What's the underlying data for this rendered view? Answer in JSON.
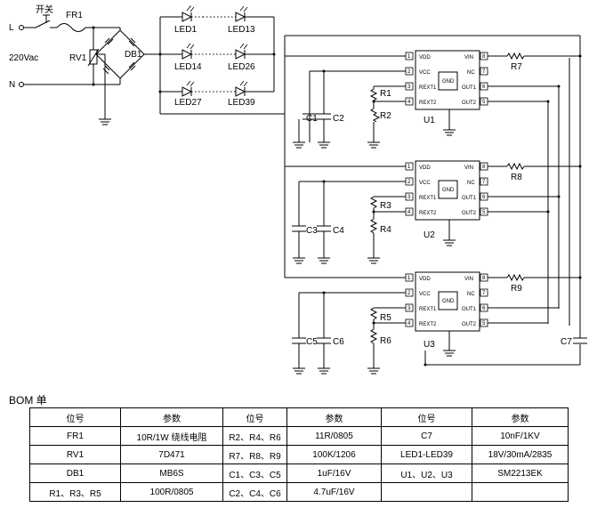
{
  "schematic": {
    "input": {
      "switch_label": "开关",
      "line_label": "L",
      "neutral_label": "N",
      "voltage_label": "220Vac"
    },
    "components": {
      "fuse": "FR1",
      "varistor": "RV1",
      "bridge": "DB1",
      "led_row1_start": "LED1",
      "led_row1_end": "LED13",
      "led_row2_start": "LED14",
      "led_row2_end": "LED26",
      "led_row3_start": "LED27",
      "led_row3_end": "LED39",
      "cap7": "C7"
    },
    "ic_pins": {
      "vdd": "VDD",
      "vcc": "VCC",
      "rext1": "REXT1",
      "rext2": "REXT2",
      "vin": "VIN",
      "nc": "NC",
      "out1": "OUT1",
      "out2": "OUT2",
      "gnd": "GND",
      "n1": "1",
      "n2": "2",
      "n3": "3",
      "n4": "4",
      "n5": "5",
      "n6": "6",
      "n7": "7",
      "n8": "8"
    },
    "stages": [
      {
        "ic": "U1",
        "r_top": "R1",
        "r_bot": "R2",
        "c_left": "C1",
        "c_right": "C2",
        "r_vin": "R7"
      },
      {
        "ic": "U2",
        "r_top": "R3",
        "r_bot": "R4",
        "c_left": "C3",
        "c_right": "C4",
        "r_vin": "R8"
      },
      {
        "ic": "U3",
        "r_top": "R5",
        "r_bot": "R6",
        "c_left": "C5",
        "c_right": "C6",
        "r_vin": "R9"
      }
    ]
  },
  "bom": {
    "title": "BOM 单",
    "header": [
      "位号",
      "参数",
      "位号",
      "参数",
      "位号",
      "参数"
    ],
    "rows": [
      [
        "FR1",
        "10R/1W  绕线电阻",
        "R2、R4、R6",
        "11R/0805",
        "C7",
        "10nF/1KV"
      ],
      [
        "RV1",
        "7D471",
        "R7、R8、R9",
        "100K/1206",
        "LED1-LED39",
        "18V/30mA/2835"
      ],
      [
        "DB1",
        "MB6S",
        "C1、C3、C5",
        "1uF/16V",
        "U1、U2、U3",
        "SM2213EK"
      ],
      [
        "R1、R3、R5",
        "100R/0805",
        "C2、C4、C6",
        "4.7uF/16V",
        "",
        ""
      ]
    ]
  }
}
